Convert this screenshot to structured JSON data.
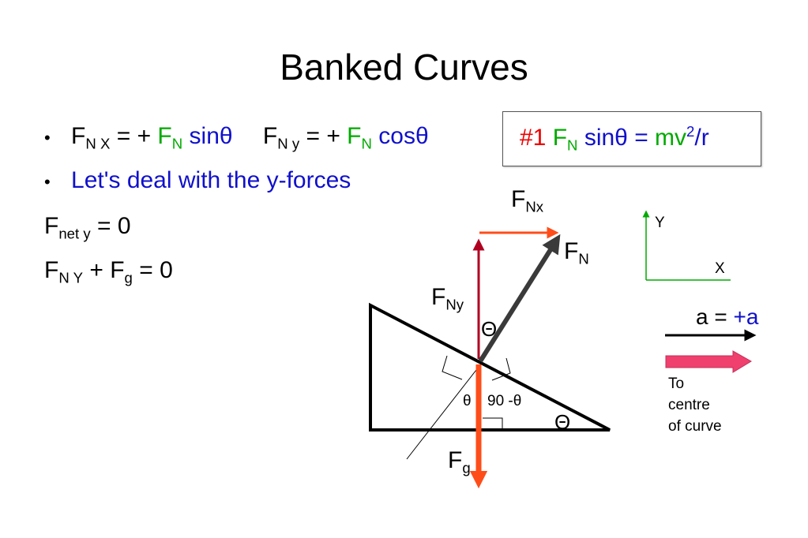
{
  "title": "Banked Curves",
  "bullets": {
    "marker": "•",
    "line1": {
      "fnx_base": "F",
      "fnx_sub": "N X",
      "fnx_eq": " = + ",
      "fn_base": "F",
      "fn_sub": "N",
      "fnx_trig": " sinθ",
      "fny_base": "F",
      "fny_sub": "N y",
      "fny_eq": " = + ",
      "fn2_base": "F",
      "fn2_sub": "N",
      "fny_trig": " cosθ"
    },
    "line2": "Let's deal with the y-forces"
  },
  "equations": {
    "fnet_base": "F",
    "fnet_sub": "net y",
    "fnet_rhs": " = 0",
    "sum_base1": "F",
    "sum_sub1": "N Y",
    "sum_plus": " + ",
    "sum_base2": "F",
    "sum_sub2": "g",
    "sum_rhs": " =  0"
  },
  "eq_box": {
    "number": "#1",
    "fn_base": "F",
    "fn_sub": "N",
    "sin": " sinθ = ",
    "mv": "mv",
    "exp": "2",
    "over_r": "/r"
  },
  "diagram": {
    "fnx_base": "F",
    "fnx_sub": "Nx",
    "fn_base": "F",
    "fn_sub": "N",
    "fny_base": "F",
    "fny_sub": "Ny",
    "fg_base": "F",
    "fg_sub": "g",
    "theta_upper": "Θ",
    "theta_small": "θ",
    "angle_complement": "90 -θ",
    "theta_incline": "Θ",
    "axis_y": "Y",
    "axis_x": "X",
    "accel_lhs": "a = ",
    "accel_rhs": "+a",
    "to_centre_1": "To",
    "to_centre_2": "centre",
    "to_centre_3": "of curve"
  },
  "colors": {
    "green": "#00aa00",
    "blue": "#1010cc",
    "red": "#ee0000",
    "orange_arrow": "#ff4d1a",
    "dark_red_arrow": "#b00020",
    "normal_arrow": "#3a3a3a",
    "pink_arrow": "#f0406e",
    "axis_green": "#00aa00"
  }
}
